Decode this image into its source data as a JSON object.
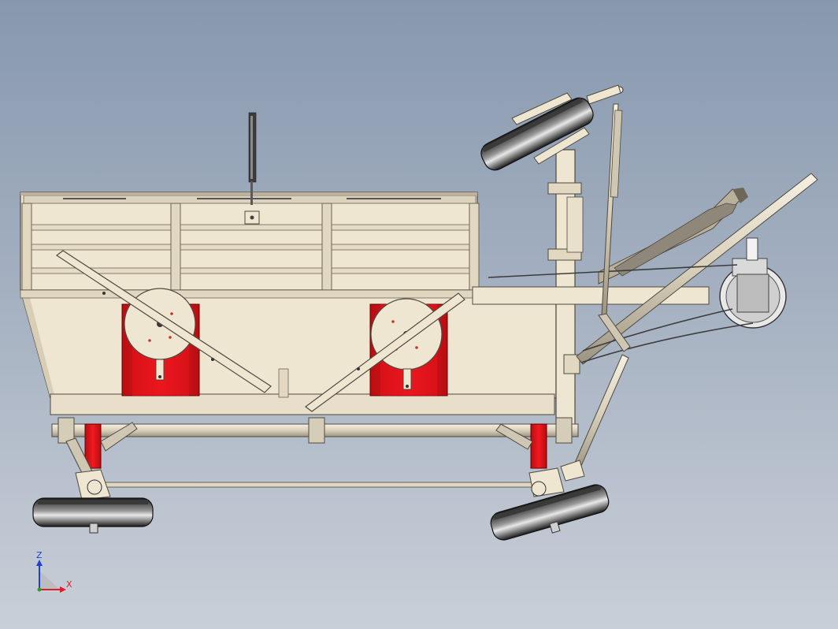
{
  "triad": {
    "z_label": "Z",
    "x_label": "X",
    "z_color": "#1f3fd6",
    "x_color": "#d8202a",
    "y_color": "#2aa02a"
  },
  "colors": {
    "background_top": "#8798ae",
    "background_bottom": "#c9cfd8",
    "frame": "#efe6d2",
    "frame_edge": "#5b5548",
    "red_parts": "#e0141a",
    "tire": "#2e2e2e",
    "rim": "#c8c8c8"
  },
  "components": [
    "hopper-bin",
    "side-rails",
    "metering-disc",
    "red-seed-box",
    "agitator-arm",
    "main-axle",
    "tow-hitch",
    "drive-gearbox",
    "belt-drive",
    "gas-strut",
    "ground-wheel",
    "press-wheel"
  ]
}
